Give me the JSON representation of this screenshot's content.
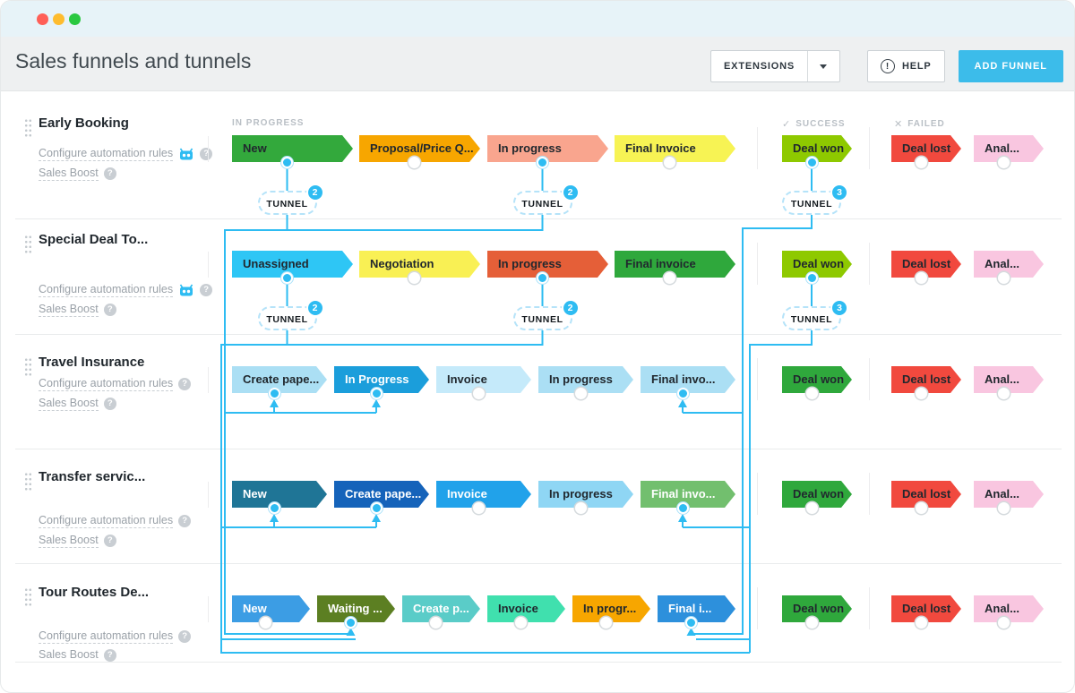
{
  "window_controls": {
    "close_color": "#ff5f57",
    "minimize_color": "#febc2e",
    "maximize_color": "#2ac840"
  },
  "header": {
    "title": "Sales funnels and tunnels",
    "extensions_label": "EXTENSIONS",
    "help_label": "HELP",
    "add_funnel_label": "ADD FUNNEL"
  },
  "column_headers": {
    "in_progress": "IN PROGRESS",
    "success": "SUCCESS",
    "failed": "FAILED",
    "success_glyph": "✓",
    "failed_glyph": "✕"
  },
  "tunnel_label": "TUNNEL",
  "icons": {
    "extensions_button": "caret-down-icon",
    "help_button": "info-circle-icon",
    "configure_link": "robot-icon",
    "link_hint": "question-circle-icon",
    "success_column": "check-icon",
    "failed_column": "cross-icon"
  },
  "colors": {
    "accent_blue": "#2ebcf2",
    "add_funnel_button": "#3cbcea",
    "wire": "#2ebcf2"
  },
  "funnels": [
    {
      "title": "Early Booking",
      "configure_label": "Configure automation rules",
      "sales_boost_label": "Sales Boost",
      "has_robot_icon": true,
      "stages": [
        {
          "label": "New",
          "color": "#33a93c",
          "text": "dark",
          "dot": "filled",
          "tunnel_count": 2
        },
        {
          "label": "Proposal/Price Q...",
          "color": "#f7a600",
          "text": "dark",
          "dot": "empty"
        },
        {
          "label": "In progress",
          "color": "#f9a58e",
          "text": "dark",
          "dot": "filled",
          "tunnel_count": 2
        },
        {
          "label": "Final Invoice",
          "color": "#f7f354",
          "text": "dark",
          "dot": "empty"
        }
      ],
      "success_stage": {
        "label": "Deal won",
        "color": "#8ec900",
        "text": "dark",
        "dot": "filled",
        "tunnel_count": 3
      },
      "failed_stages": [
        {
          "label": "Deal lost",
          "color": "#f1493e",
          "text": "dark",
          "dot": "empty"
        },
        {
          "label": "Anal...",
          "color": "#f9c6e0",
          "text": "dark",
          "dot": "empty"
        }
      ]
    },
    {
      "title": "Special Deal To...",
      "configure_label": "Configure automation rules",
      "sales_boost_label": "Sales Boost",
      "has_robot_icon": true,
      "stages": [
        {
          "label": "Unassigned",
          "color": "#2ec6f5",
          "text": "dark",
          "dot": "filled",
          "tunnel_count": 2
        },
        {
          "label": "Negotiation",
          "color": "#f9f054",
          "text": "dark",
          "dot": "empty"
        },
        {
          "label": "In progress",
          "color": "#e55f38",
          "text": "dark",
          "dot": "filled",
          "tunnel_count": 2
        },
        {
          "label": "Final invoice",
          "color": "#2fa83c",
          "text": "dark",
          "dot": "empty"
        }
      ],
      "success_stage": {
        "label": "Deal won",
        "color": "#8ec900",
        "text": "dark",
        "dot": "filled",
        "tunnel_count": 3
      },
      "failed_stages": [
        {
          "label": "Deal lost",
          "color": "#f1493e",
          "text": "dark",
          "dot": "empty"
        },
        {
          "label": "Anal...",
          "color": "#f9c6e0",
          "text": "dark",
          "dot": "empty"
        }
      ]
    },
    {
      "title": "Travel Insurance",
      "configure_label": "Configure automation rules",
      "sales_boost_label": "Sales Boost",
      "has_robot_icon": false,
      "stages": [
        {
          "label": "Create pape...",
          "color": "#abdff4",
          "text": "dark",
          "dot": "filled"
        },
        {
          "label": "In Progress",
          "color": "#1b9edb",
          "text": "light",
          "dot": "filled"
        },
        {
          "label": "Invoice",
          "color": "#c5eafa",
          "text": "dark",
          "dot": "empty"
        },
        {
          "label": "In progress",
          "color": "#abdff4",
          "text": "dark",
          "dot": "empty"
        },
        {
          "label": "Final invo...",
          "color": "#abdff4",
          "text": "dark",
          "dot": "filled"
        }
      ],
      "success_stage": {
        "label": "Deal won",
        "color": "#2fa83c",
        "text": "dark",
        "dot": "empty"
      },
      "failed_stages": [
        {
          "label": "Deal lost",
          "color": "#f1493e",
          "text": "dark",
          "dot": "empty"
        },
        {
          "label": "Anal...",
          "color": "#f9c6e0",
          "text": "dark",
          "dot": "empty"
        }
      ]
    },
    {
      "title": "Transfer servic...",
      "configure_label": "Configure automation rules",
      "sales_boost_label": "Sales Boost",
      "has_robot_icon": false,
      "stages": [
        {
          "label": "New",
          "color": "#1f7596",
          "text": "light",
          "dot": "filled"
        },
        {
          "label": "Create pape...",
          "color": "#1563ba",
          "text": "light",
          "dot": "filled"
        },
        {
          "label": "Invoice",
          "color": "#21a2ea",
          "text": "light",
          "dot": "empty"
        },
        {
          "label": "In progress",
          "color": "#8fd6f4",
          "text": "dark",
          "dot": "empty"
        },
        {
          "label": "Final invo...",
          "color": "#72bf6e",
          "text": "light",
          "dot": "filled"
        }
      ],
      "success_stage": {
        "label": "Deal won",
        "color": "#2fa83c",
        "text": "dark",
        "dot": "empty"
      },
      "failed_stages": [
        {
          "label": "Deal lost",
          "color": "#f1493e",
          "text": "dark",
          "dot": "empty"
        },
        {
          "label": "Anal...",
          "color": "#f9c6e0",
          "text": "dark",
          "dot": "empty"
        }
      ]
    },
    {
      "title": "Tour Routes De...",
      "configure_label": "Configure automation rules",
      "sales_boost_label": "Sales Boost",
      "has_robot_icon": false,
      "stages": [
        {
          "label": "New",
          "color": "#3c9de4",
          "text": "light",
          "dot": "empty"
        },
        {
          "label": "Waiting ...",
          "color": "#5c7f22",
          "text": "light",
          "dot": "filled"
        },
        {
          "label": "Create p...",
          "color": "#5accc8",
          "text": "light",
          "dot": "empty"
        },
        {
          "label": "Invoice",
          "color": "#40e0ae",
          "text": "dark",
          "dot": "empty"
        },
        {
          "label": "In progr...",
          "color": "#f7a600",
          "text": "dark",
          "dot": "empty"
        },
        {
          "label": "Final i...",
          "color": "#2d90dc",
          "text": "light",
          "dot": "filled"
        }
      ],
      "success_stage": {
        "label": "Deal won",
        "color": "#2fa83c",
        "text": "dark",
        "dot": "empty"
      },
      "failed_stages": [
        {
          "label": "Deal lost",
          "color": "#f1493e",
          "text": "dark",
          "dot": "empty"
        },
        {
          "label": "Anal...",
          "color": "#f9c6e0",
          "text": "dark",
          "dot": "empty"
        }
      ]
    }
  ]
}
